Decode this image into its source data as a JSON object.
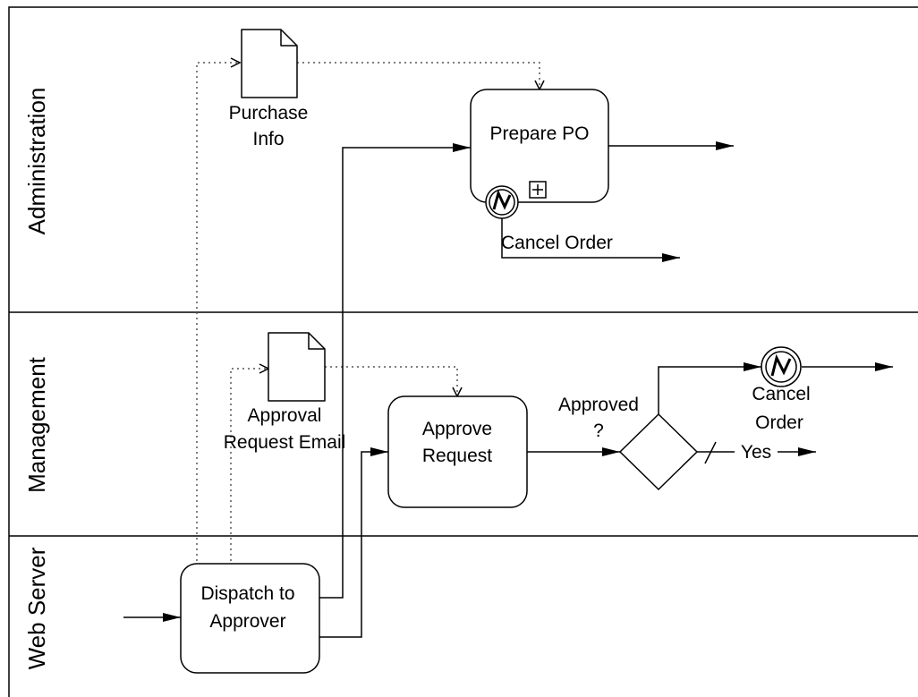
{
  "lanes": {
    "administration": "Administration",
    "management": "Management",
    "web_server": "Web Server"
  },
  "tasks": {
    "prepare_po": "Prepare PO",
    "approve_line1": "Approve",
    "approve_line2": "Request",
    "dispatch_line1": "Dispatch to",
    "dispatch_line2": "Approver"
  },
  "data_objects": {
    "purchase_line1": "Purchase",
    "purchase_line2": "Info",
    "email_line1": "Approval",
    "email_line2": "Request Email"
  },
  "events": {
    "cancel_order_admin": "Cancel Order",
    "cancel_line1": "Cancel",
    "cancel_line2": "Order"
  },
  "gateway": {
    "label_line1": "Approved",
    "label_line2": "?",
    "yes_label": "Yes"
  }
}
